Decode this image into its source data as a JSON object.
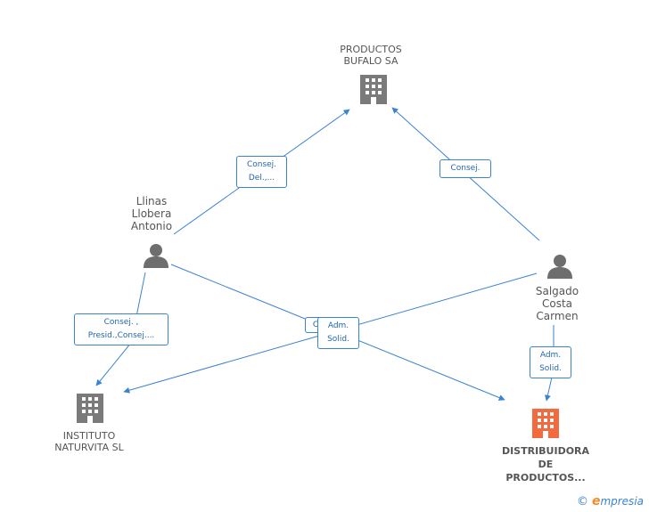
{
  "nodes": {
    "productos_bufalo": {
      "label": [
        "PRODUCTOS",
        "BUFALO SA"
      ],
      "type": "company"
    },
    "llinas": {
      "label": [
        "Llinas",
        "Llobera",
        "Antonio"
      ],
      "type": "person"
    },
    "salgado": {
      "label": [
        "Salgado",
        "Costa",
        "Carmen"
      ],
      "type": "person"
    },
    "instituto": {
      "label": [
        "INSTITUTO",
        "NATURVITA SL"
      ],
      "type": "company"
    },
    "distribuidora": {
      "label": [
        "DISTRIBUIDORA",
        "DE",
        "PRODUCTOS..."
      ],
      "type": "company-highlighted"
    }
  },
  "edges": {
    "llinas_bufalo": [
      "Consej.",
      "Del.,..."
    ],
    "salgado_bufalo": [
      "Consej."
    ],
    "llinas_instituto": [
      "Consej. ,",
      "Presid.,Consej...."
    ],
    "llinas_distribuidora": [
      "C"
    ],
    "salgado_instituto": [
      "Adm.",
      "Solid."
    ],
    "salgado_distribuidora": [
      "Adm.",
      "Solid."
    ]
  },
  "colors": {
    "edge": "#3a83d1",
    "company_icon": "#7a7a7a",
    "company_highlight": "#f26a3d",
    "person_icon": "#6e6e6e"
  },
  "footer": {
    "copyright": "©",
    "brand_e": "e",
    "brand": "mpresia"
  }
}
